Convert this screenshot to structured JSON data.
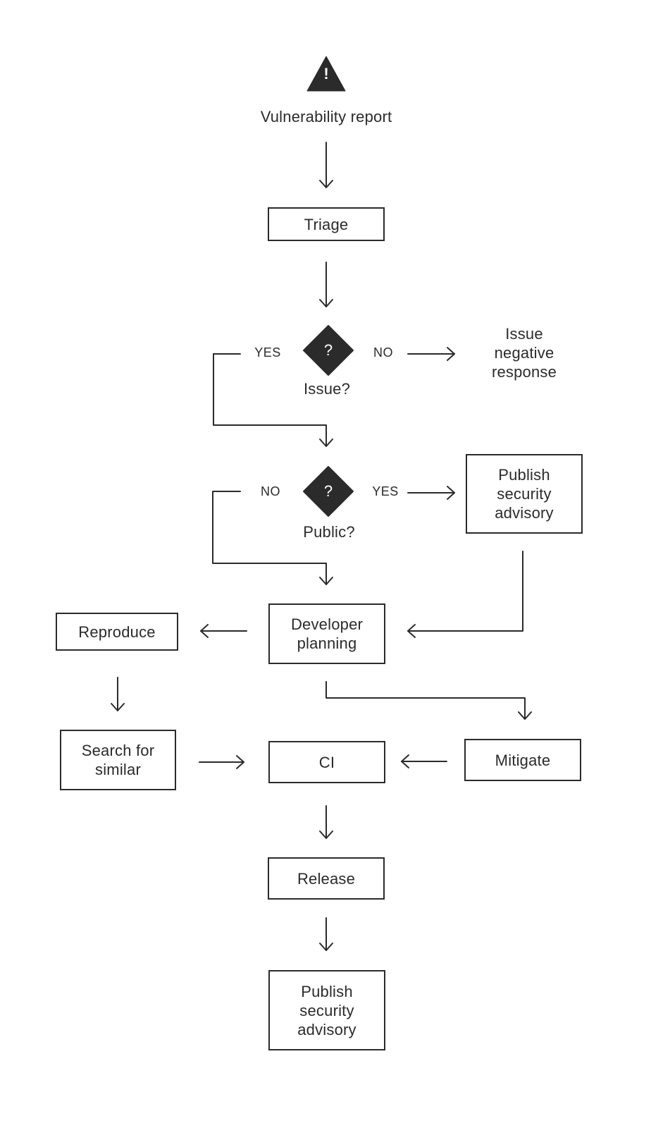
{
  "diagram": {
    "start": {
      "label": "Vulnerability report",
      "icon": "warning-triangle-icon",
      "icon_glyph": "!"
    },
    "triage": {
      "label": "Triage"
    },
    "issue_decision": {
      "label": "Issue?",
      "glyph": "?",
      "yes_label": "YES",
      "no_label": "NO",
      "no_outcome": "Issue\nnegative\nresponse"
    },
    "public_decision": {
      "label": "Public?",
      "glyph": "?",
      "yes_label": "YES",
      "no_label": "NO",
      "yes_outcome": "Publish\nsecurity\nadvisory"
    },
    "developer_planning": {
      "label": "Developer\nplanning"
    },
    "reproduce": {
      "label": "Reproduce"
    },
    "search_similar": {
      "label": "Search for\nsimilar"
    },
    "ci": {
      "label": "CI"
    },
    "mitigate": {
      "label": "Mitigate"
    },
    "release": {
      "label": "Release"
    },
    "final_advisory": {
      "label": "Publish\nsecurity\nadvisory"
    }
  },
  "colors": {
    "ink": "#2b2b2b",
    "background": "#ffffff"
  }
}
